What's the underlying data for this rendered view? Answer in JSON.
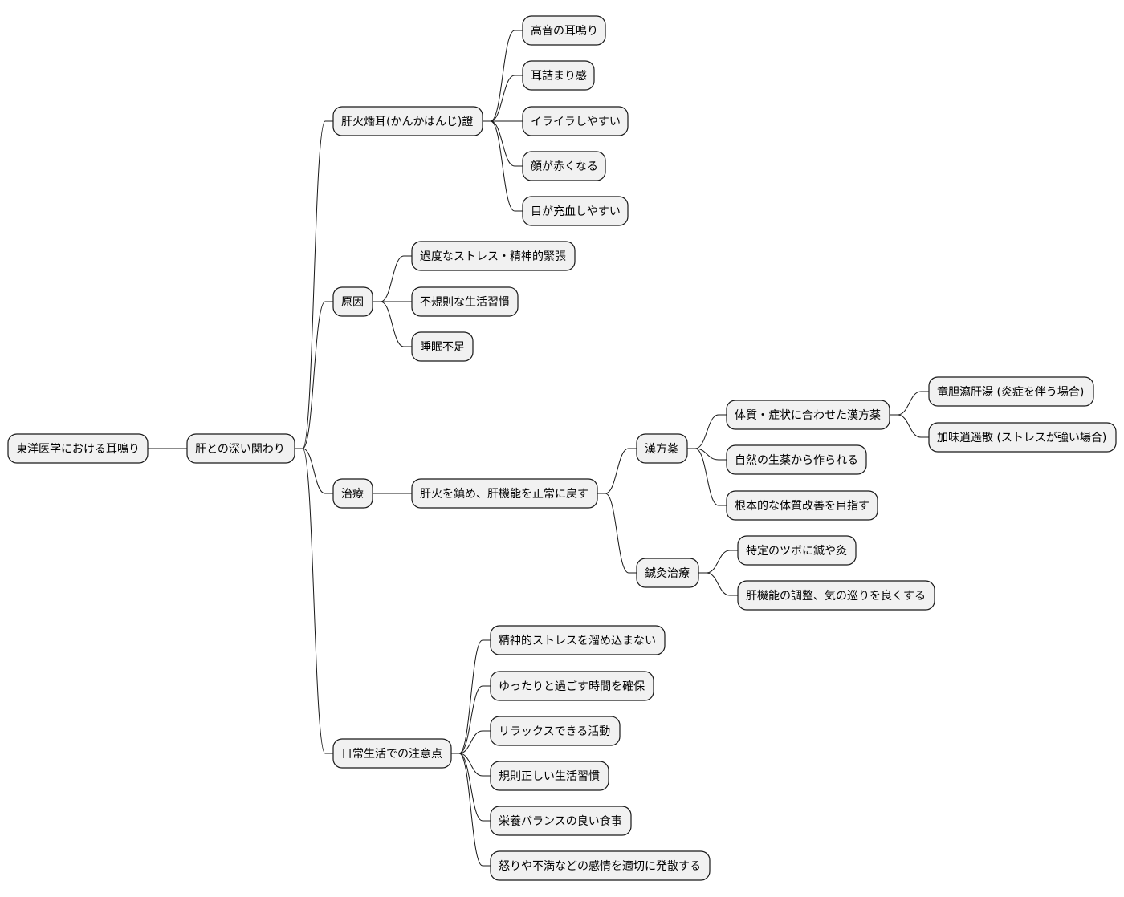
{
  "mindmap": {
    "root": {
      "id": "root",
      "label": "東洋医学における耳鳴り",
      "children": [
        {
          "id": "liver",
          "label": "肝との深い関わり",
          "children": [
            {
              "id": "kanka",
              "label": "肝火燔耳(かんかはんじ)證",
              "children": [
                {
                  "id": "s1",
                  "label": "高音の耳鳴り"
                },
                {
                  "id": "s2",
                  "label": "耳詰まり感"
                },
                {
                  "id": "s3",
                  "label": "イライラしやすい"
                },
                {
                  "id": "s4",
                  "label": "顔が赤くなる"
                },
                {
                  "id": "s5",
                  "label": "目が充血しやすい"
                }
              ]
            },
            {
              "id": "cause",
              "label": "原因",
              "children": [
                {
                  "id": "c1",
                  "label": "過度なストレス・精神的緊張"
                },
                {
                  "id": "c2",
                  "label": "不規則な生活習慣"
                },
                {
                  "id": "c3",
                  "label": "睡眠不足"
                }
              ]
            },
            {
              "id": "treat",
              "label": "治療",
              "children": [
                {
                  "id": "t1",
                  "label": "肝火を鎮め、肝機能を正常に戻す",
                  "children": [
                    {
                      "id": "kampo",
                      "label": "漢方薬",
                      "children": [
                        {
                          "id": "k1",
                          "label": "体質・症状に合わせた漢方薬",
                          "children": [
                            {
                              "id": "k1a",
                              "label": "竜胆瀉肝湯 (炎症を伴う場合)"
                            },
                            {
                              "id": "k1b",
                              "label": "加味逍遥散 (ストレスが強い場合)"
                            }
                          ]
                        },
                        {
                          "id": "k2",
                          "label": "自然の生薬から作られる"
                        },
                        {
                          "id": "k3",
                          "label": "根本的な体質改善を目指す"
                        }
                      ]
                    },
                    {
                      "id": "acu",
                      "label": "鍼灸治療",
                      "children": [
                        {
                          "id": "a1",
                          "label": "特定のツボに鍼や灸"
                        },
                        {
                          "id": "a2",
                          "label": "肝機能の調整、気の巡りを良くする"
                        }
                      ]
                    }
                  ]
                }
              ]
            },
            {
              "id": "daily",
              "label": "日常生活での注意点",
              "children": [
                {
                  "id": "d1",
                  "label": "精神的ストレスを溜め込まない"
                },
                {
                  "id": "d2",
                  "label": "ゆったりと過ごす時間を確保"
                },
                {
                  "id": "d3",
                  "label": "リラックスできる活動"
                },
                {
                  "id": "d4",
                  "label": "規則正しい生活習慣"
                },
                {
                  "id": "d5",
                  "label": "栄養バランスの良い食事"
                },
                {
                  "id": "d6",
                  "label": "怒りや不満などの感情を適切に発散する"
                }
              ]
            }
          ]
        }
      ]
    }
  }
}
